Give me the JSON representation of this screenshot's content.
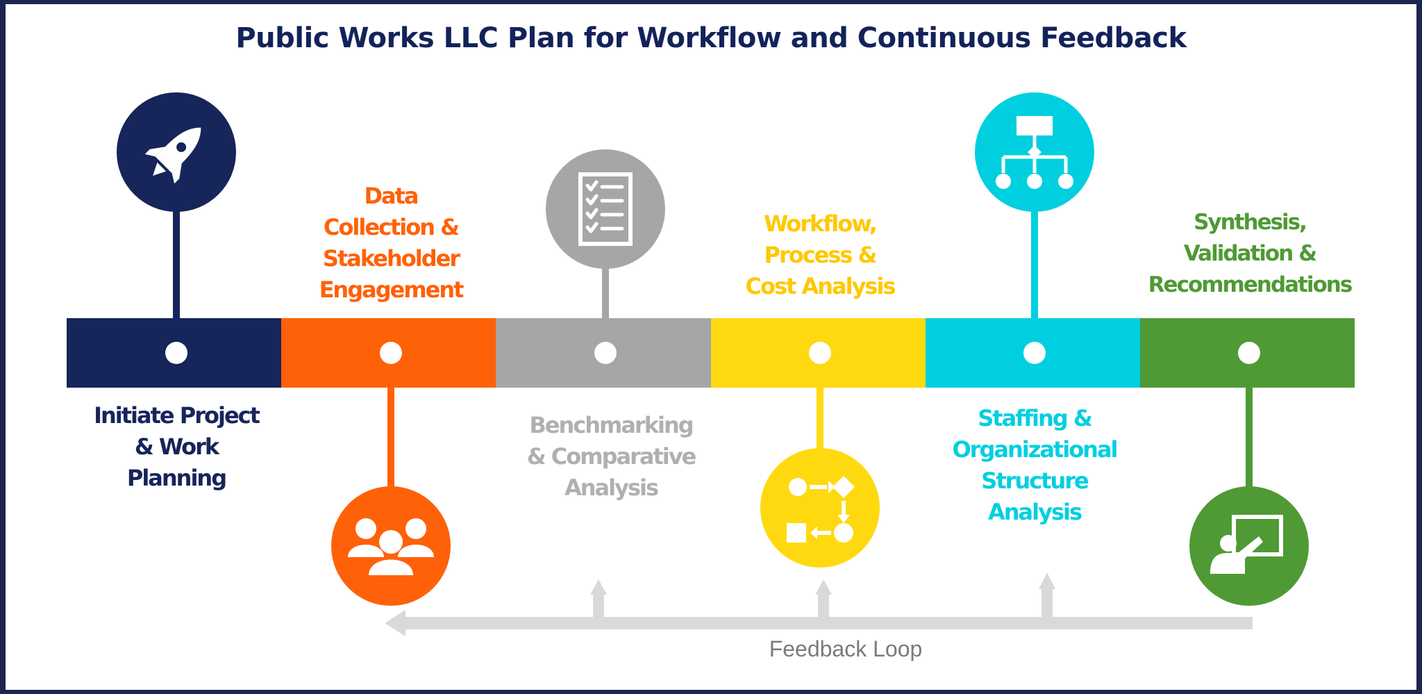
{
  "title": "Public Works LLC Plan for Workflow and Continuous Feedback",
  "steps": [
    {
      "lines": [
        "Initiate Project",
        "& Work",
        "Planning"
      ],
      "color": "#16255a",
      "icon": "rocket-icon"
    },
    {
      "lines": [
        "Data",
        "Collection &",
        "Stakeholder",
        "Engagement"
      ],
      "color": "#ff6108",
      "icon": "people-group-icon"
    },
    {
      "lines": [
        "Benchmarking",
        "& Comparative",
        "Analysis"
      ],
      "color": "#a6a6a6",
      "icon": "checklist-icon"
    },
    {
      "lines": [
        "Workflow,",
        "Process &",
        "Cost Analysis"
      ],
      "color": "#ffd90f",
      "icon": "process-flow-icon"
    },
    {
      "lines": [
        "Staffing &",
        "Organizational",
        "Structure",
        "Analysis"
      ],
      "color": "#00cfe0",
      "icon": "org-chart-icon"
    },
    {
      "lines": [
        "Synthesis,",
        "Validation &",
        "Recommendations"
      ],
      "color": "#4f9a35",
      "icon": "presentation-icon"
    }
  ],
  "feedback": {
    "label": "Feedback Loop",
    "color": "#d9d9d9"
  }
}
